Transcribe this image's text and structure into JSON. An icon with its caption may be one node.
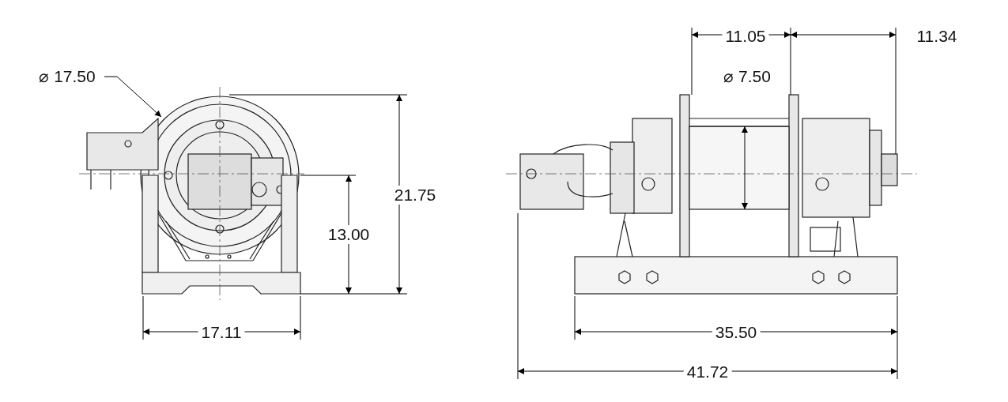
{
  "diagram": {
    "labels": [
      "11.05",
      "11.34",
      "⌀ 17.50",
      "⌀ 7.50",
      "21.75",
      "13.00",
      "17.11",
      "35.50",
      "41.72"
    ]
  }
}
